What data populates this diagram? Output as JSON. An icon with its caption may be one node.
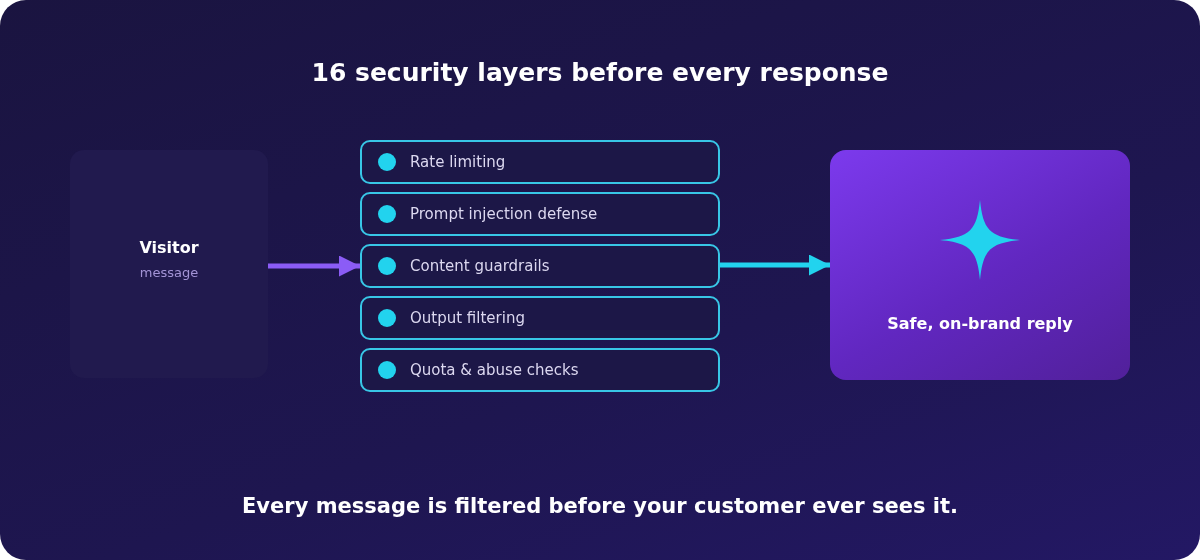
{
  "diagram": {
    "title": "16 security layers before every response",
    "nodes": [
      {
        "text": [
          "Visitor",
          "message"
        ]
      },
      {
        "text": [
          "Rate limiting"
        ]
      },
      {
        "text": [
          "Prompt injection defense"
        ]
      },
      {
        "text": [
          "Content guardrails"
        ]
      },
      {
        "text": [
          "Output filtering"
        ]
      },
      {
        "text": [
          "Quota & abuse checks"
        ]
      },
      {
        "text": [
          "Safe, on-brand reply"
        ]
      }
    ],
    "edges": [
      {
        "from": 0,
        "to": 3,
        "arrow": "to",
        "color": "#8b5cf6"
      },
      {
        "from": 3,
        "to": 6,
        "arrow": "to",
        "color": "#22d3ee"
      }
    ],
    "caption": "Every message is filtered before your customer ever sees it."
  }
}
